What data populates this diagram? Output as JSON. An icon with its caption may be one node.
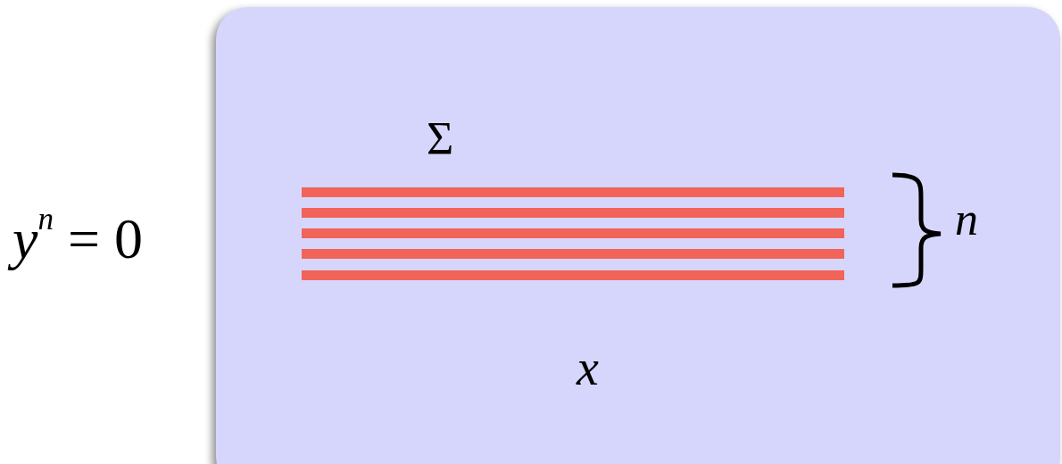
{
  "diagram": {
    "nodes": [
      {
        "text": [
          "Σ",
          "n",
          "x"
        ]
      }
    ],
    "edges": [],
    "labels": [
      "*y*$^{n}$ = 0"
    ]
  }
}
